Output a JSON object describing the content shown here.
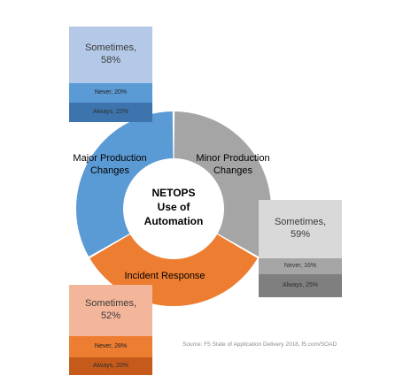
{
  "chart_data": {
    "type": "pie",
    "title": "NETOPS Use of Automation",
    "segments": [
      {
        "label": "Major Production Changes",
        "share": 0.3333,
        "color": "#5b9bd5",
        "breakdown": [
          {
            "label": "Sometimes, 58%",
            "value": 58,
            "color": "#b4c9e8"
          },
          {
            "label": "Never, 20%",
            "value": 20,
            "color": "#5b9bd5"
          },
          {
            "label": "Always, 22%",
            "value": 22,
            "color": "#3e74ad"
          }
        ]
      },
      {
        "label": "Minor Production Changes",
        "share": 0.3333,
        "color": "#a5a5a5",
        "breakdown": [
          {
            "label": "Sometimes, 59%",
            "value": 59,
            "color": "#d9d9d9"
          },
          {
            "label": "Never, 16%",
            "value": 16,
            "color": "#a5a5a5"
          },
          {
            "label": "Always, 25%",
            "value": 25,
            "color": "#7f7f7f"
          }
        ]
      },
      {
        "label": "Incident Response",
        "share": 0.3333,
        "color": "#ed7d31",
        "breakdown": [
          {
            "label": "Sometimes, 52%",
            "value": 52,
            "color": "#f4b69a"
          },
          {
            "label": "Never, 28%",
            "value": 28,
            "color": "#ed7d31"
          },
          {
            "label": "Always, 20%",
            "value": 20,
            "color": "#c55a1b"
          }
        ]
      }
    ]
  },
  "source": "Source: F5 State of Application Delivery 2018, f5.com/SOAD"
}
